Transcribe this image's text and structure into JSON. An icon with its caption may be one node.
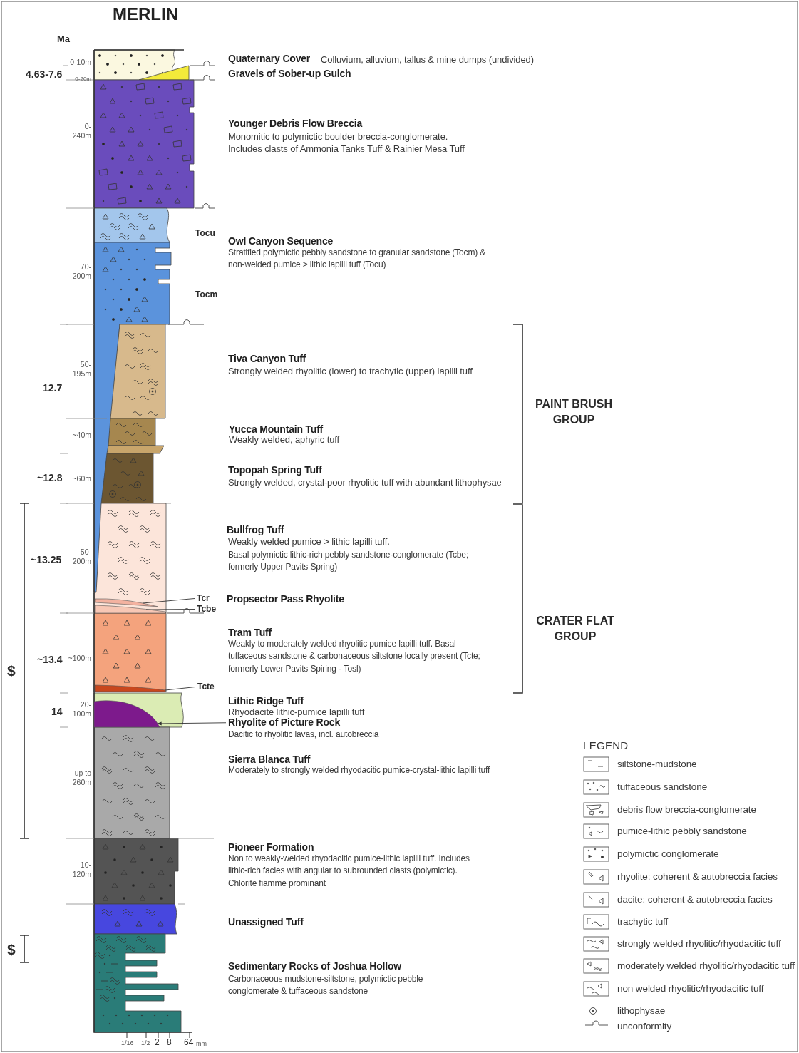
{
  "diagram": {
    "title": "MERLIN",
    "nodes": [
      {
        "text": [
          "Tcr"
        ]
      },
      {
        "text": [],
        "shape": "box"
      },
      {
        "text": [
          "Tcbe"
        ]
      },
      {
        "text": [],
        "shape": "box"
      },
      {
        "text": [
          "Tcte"
        ]
      },
      {
        "text": [],
        "shape": "box"
      },
      {
        "text": [
          "Rhyolite of Picture Rock",
          "Dacitic to rhyolitic lavas, incl. autobreccia"
        ]
      },
      {
        "text": [],
        "shape": "box"
      }
    ],
    "edges": [
      {
        "from": 0,
        "to": 1,
        "arrow": "none"
      },
      {
        "from": 2,
        "to": 3,
        "arrow": "none"
      },
      {
        "from": 4,
        "to": 5,
        "arrow": "none"
      },
      {
        "from": 6,
        "to": 7,
        "arrow": "to"
      }
    ],
    "labels": [
      "Ma",
      "0-10m",
      "4.63-7.6",
      "0-20m",
      "Quaternary Cover",
      "Colluvium, alluvium, tallus & mine dumps (undivided)",
      "Gravels of Sober-up Gulch",
      "0- 240m",
      "Younger Debris Flow Breccia",
      "Monomitic to polymictic boulder breccia-conglomerate.",
      "Includes clasts of Ammonia Tanks Tuff & Rainier Mesa Tuff",
      "Tocu",
      "70- 200m",
      "Owl Canyon Sequence",
      "Stratified polymictic pebbly sandstone to granular sandstone (Tocm) & non-welded pumice > lithic lapilli tuff (Tocu)",
      "Tocm",
      "50- 195m",
      "12.7",
      "Tiva Canyon Tuff",
      "Strongly welded rhyolitic (lower) to trachytic (upper) lapilli tuff",
      "~40m",
      "Yucca Mountain Tuff",
      "Weakly welded, aphyric tuff",
      "~12.8",
      "~60m",
      "Topopah Spring Tuff",
      "Strongly welded, crystal-poor rhyolitic tuff with abundant lithophysae",
      "PAINT BRUSH GROUP",
      "~13.25",
      "50- 200m",
      "Bullfrog Tuff",
      "Weakly welded pumice > lithic lapilli tuff.",
      "Basal polymictic lithic-rich pebbly sandstone-conglomerate (Tcbe; formerly Upper Pavits Spring)",
      "Propsector Pass Rhyolite",
      "~13.4",
      "~100m",
      "Tram Tuff",
      "Weakly to moderately welded rhyolitic pumice lapilli tuff. Basal tuffaceous sandstone & carbonaceous siltstone locally present (Tcte; formerly Lower Pavits Spiring - Tosl)",
      "CRATER FLAT GROUP",
      "14",
      "20- 100m",
      "Lithic Ridge Tuff",
      "Rhyodacite lithic-pumice lapilli tuff",
      "up to 260m",
      "Sierra Blanca Tuff",
      "Moderately to strongly welded rhyodacitic pumice-crystal-lithic lapilli tuff",
      "$",
      "10- 120m",
      "Pioneer Formation",
      "Non to weakly-welded rhyodacitic pumice-lithic lapilli tuff. Includes lithic-rich facies with angular to subrounded clasts (polymictic). Chlorite fiamme prominant",
      "Unassigned Tuff",
      "$",
      "Sedimentary Rocks of Joshua Hollow",
      "Carbonaceous mudstone-siltstone, polymictic pebble conglomerate & tuffaceous sandstone",
      "1/16",
      "1/2",
      "2",
      "8",
      "64",
      "mm",
      "LEGEND"
    ],
    "legend": [
      {
        "text": "siltstone-mudstone"
      },
      {
        "text": "tuffaceous sandstone"
      },
      {
        "text": "debris flow breccia-conglomerate"
      },
      {
        "text": "pumice-lithic pebbly sandstone"
      },
      {
        "text": "polymictic conglomerate"
      },
      {
        "text": "rhyolite: coherent & autobreccia facies"
      },
      {
        "text": "dacite: coherent & autobreccia facies"
      },
      {
        "text": "trachytic tuff"
      },
      {
        "text": "strongly welded rhyolitic/rhyodacitic tuff"
      },
      {
        "text": "moderately welded rhyolitic/rhyodacitic tuff"
      },
      {
        "text": "non welded rhyolitic/rhyodacitic tuff"
      },
      {
        "text": "lithophysae"
      },
      {
        "text": "unconformity"
      }
    ]
  }
}
